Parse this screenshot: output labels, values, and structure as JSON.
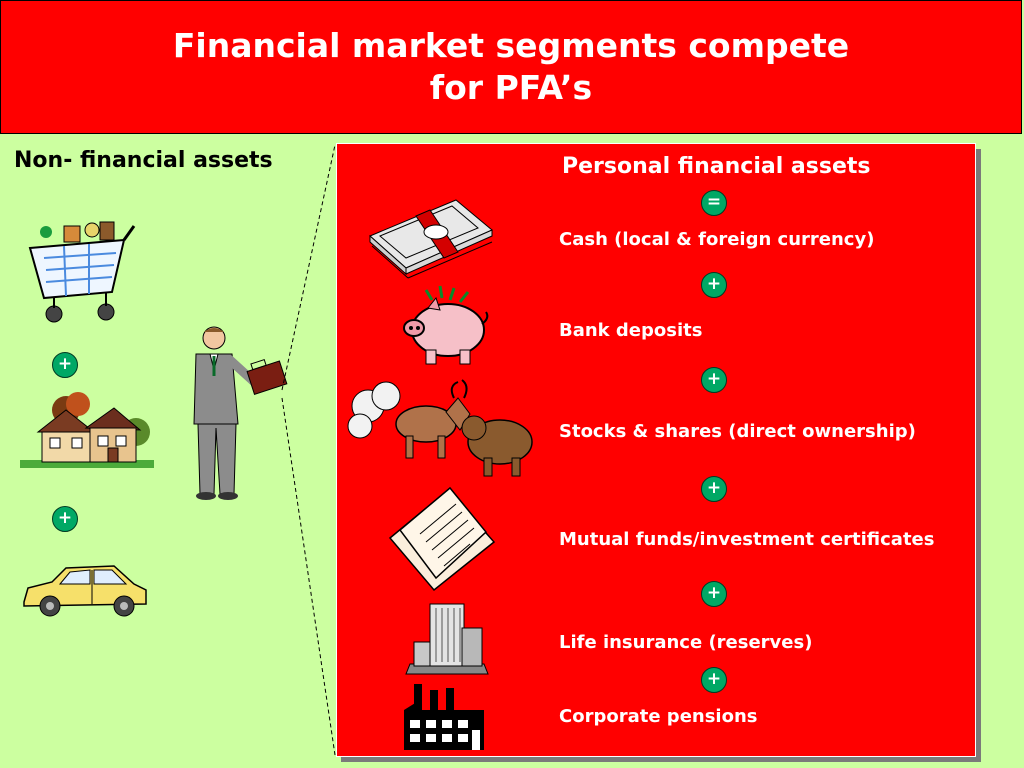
{
  "title": {
    "line1": "Financial market segments compete",
    "line2": "for PFA’s"
  },
  "non_financial": {
    "heading": "Non- financial assets",
    "plus_1": "+",
    "plus_2": "+",
    "icons": [
      "shopping-cart-icon",
      "house-icon",
      "car-icon"
    ]
  },
  "businessman_icon": "businessman-with-briefcase-icon",
  "personal_financial": {
    "heading": "Personal financial assets",
    "equals": "=",
    "plus": "+",
    "items": [
      {
        "label": "Cash (local & foreign currency)",
        "icon": "cash-bundle-icon"
      },
      {
        "label": "Bank deposits",
        "icon": "piggy-bank-icon"
      },
      {
        "label": "Stocks & shares (direct ownership)",
        "icon": "bull-bear-icon"
      },
      {
        "label": "Mutual funds/investment certificates",
        "icon": "certificates-icon"
      },
      {
        "label": "Life insurance (reserves)",
        "icon": "office-building-icon"
      },
      {
        "label": "Corporate pensions",
        "icon": "factory-icon"
      }
    ]
  },
  "colors": {
    "background": "#ccffa0",
    "red": "#ff0000",
    "green_badge": "#00a865"
  }
}
